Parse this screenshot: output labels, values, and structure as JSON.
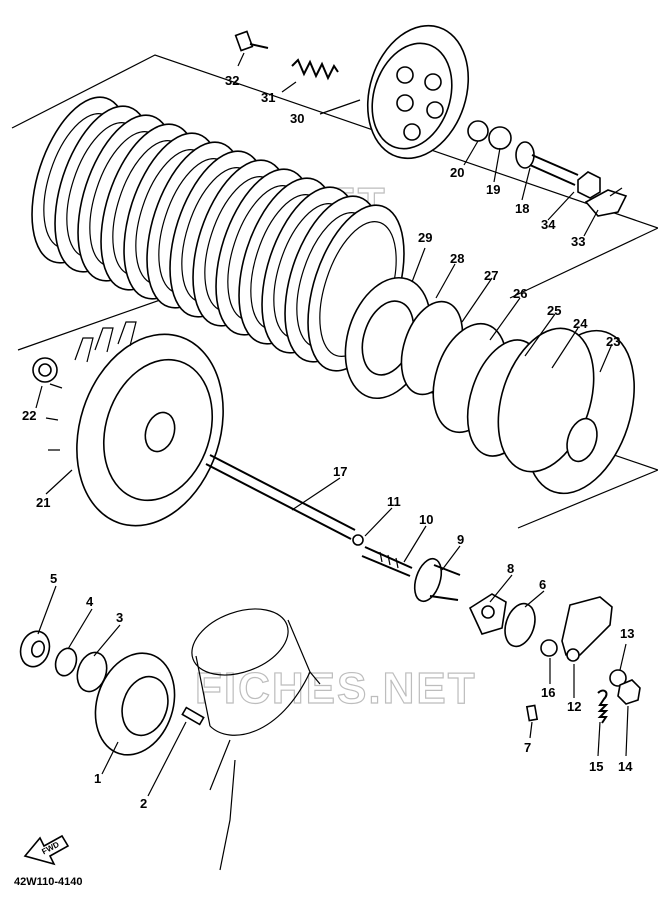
{
  "diagram": {
    "code": "42W110-4140",
    "watermarks": [
      "FICHES.NET",
      "FICHES.NET"
    ],
    "fwd_label": "FWD",
    "callouts": [
      "1",
      "2",
      "3",
      "4",
      "5",
      "6",
      "7",
      "8",
      "9",
      "10",
      "11",
      "12",
      "13",
      "14",
      "15",
      "16",
      "17",
      "18",
      "19",
      "20",
      "21",
      "22",
      "23",
      "24",
      "25",
      "26",
      "27",
      "28",
      "29",
      "30",
      "31",
      "32",
      "33",
      "34"
    ]
  },
  "colors": {
    "ink": "#000000",
    "watermark": "#bdbdbd",
    "paper": "#ffffff"
  }
}
